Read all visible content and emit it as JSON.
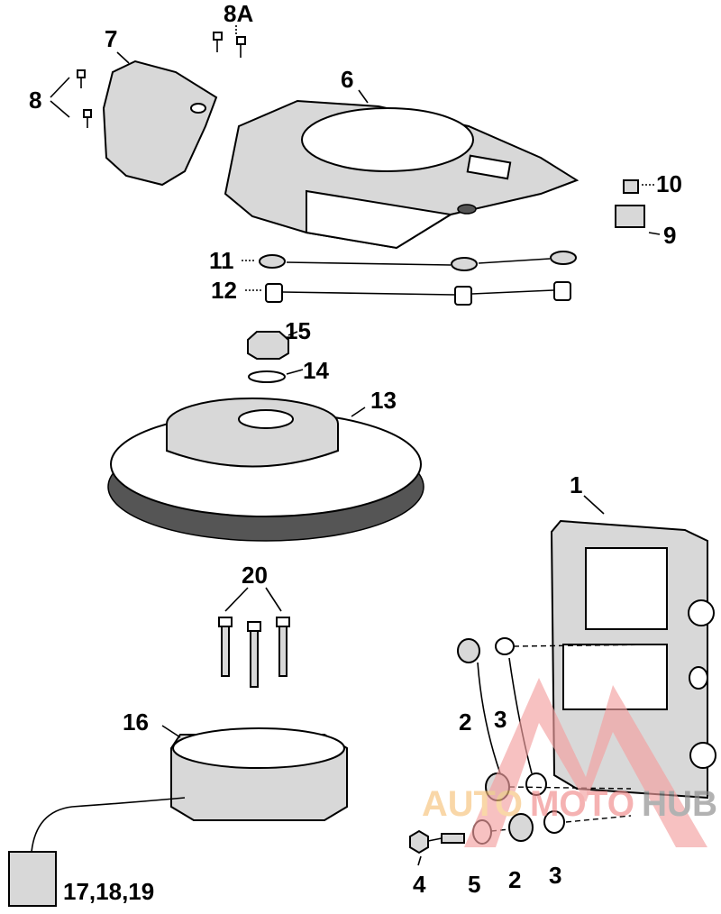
{
  "diagram": {
    "callouts": {
      "c8A": "8A",
      "c7": "7",
      "c8": "8",
      "c6": "6",
      "c10": "10",
      "c9": "9",
      "c11": "11",
      "c12": "12",
      "c15": "15",
      "c14": "14",
      "c13": "13",
      "c1": "1",
      "c20": "20",
      "c16": "16",
      "c2a": "2",
      "c3a": "3",
      "c17": "17,18,19",
      "c4": "4",
      "c5": "5",
      "c2b": "2",
      "c3b": "3"
    }
  },
  "watermark": {
    "part1": "AUTO",
    "part2": "MOTO",
    "part3": "HUB",
    "colors": {
      "auto": "#f7c27a",
      "moto": "#f08a8a",
      "hub": "#8a8a8a",
      "logo": "#f4a0a0"
    }
  }
}
